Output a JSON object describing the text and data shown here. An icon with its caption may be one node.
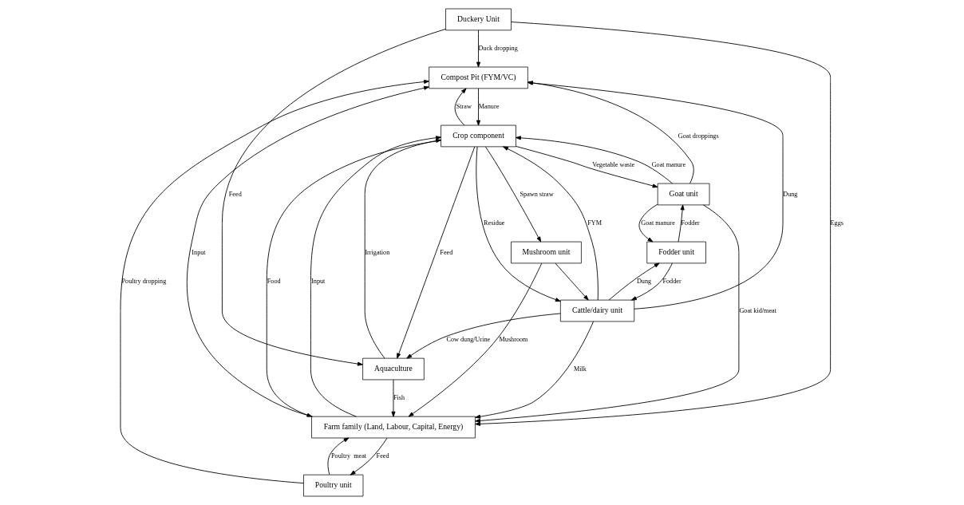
{
  "diagram": {
    "nodes": [
      {
        "text": [
          "Compost Pit (FYM/VC)"
        ]
      },
      {
        "text": [
          "Duckery Unit"
        ]
      },
      {
        "text": [
          "Aquaculture"
        ]
      },
      {
        "text": [
          "Farm family (Land, Labour, Capital, Energy)"
        ]
      },
      {
        "text": [
          "Poultry unit"
        ]
      },
      {
        "text": [
          "Crop component"
        ]
      },
      {
        "text": [
          "Mushroom unit"
        ]
      },
      {
        "text": [
          "Cattle/dairy unit"
        ]
      },
      {
        "text": [
          "Goat unit"
        ]
      },
      {
        "text": [
          "Fodder unit"
        ]
      }
    ],
    "edges": [
      {
        "from": 7,
        "to": 0,
        "arrow": "to",
        "label": "Dung"
      },
      {
        "from": 1,
        "to": 0,
        "arrow": "to",
        "label": "Duck dropping"
      },
      {
        "from": 1,
        "to": 2,
        "arrow": "to",
        "label": "Feed"
      },
      {
        "from": 1,
        "to": 3,
        "arrow": "to",
        "label": "Eggs"
      },
      {
        "from": 2,
        "to": 3,
        "arrow": "to",
        "label": "Fish"
      },
      {
        "from": 2,
        "to": 5,
        "arrow": "to",
        "label": "Irrigation"
      },
      {
        "from": 5,
        "to": 0,
        "arrow": "to",
        "label": "Straw"
      },
      {
        "from": 3,
        "to": 0,
        "arrow": "to",
        "label": "Input"
      },
      {
        "from": 0,
        "to": 5,
        "arrow": "to",
        "label": "Manure"
      },
      {
        "from": 4,
        "to": 0,
        "arrow": "to",
        "label": "Poultry dropping"
      },
      {
        "from": 8,
        "to": 0,
        "arrow": "to",
        "label": "Goat droppings"
      },
      {
        "from": 4,
        "to": 3,
        "arrow": "to",
        "label": "Poultry  meat"
      },
      {
        "from": 3,
        "to": 4,
        "arrow": "to",
        "label": "Feed"
      },
      {
        "from": 3,
        "to": 5,
        "arrow": "to",
        "label": "Input"
      },
      {
        "from": 5,
        "to": 3,
        "arrow": "to",
        "label": "Food"
      },
      {
        "from": 6,
        "to": 3,
        "arrow": "to",
        "label": "Mushroom"
      },
      {
        "from": 5,
        "to": 6,
        "arrow": "to",
        "label": "Spawn straw"
      },
      {
        "from": 7,
        "to": 2,
        "arrow": "to",
        "label": "Cow dung/Urine"
      },
      {
        "from": 7,
        "to": 3,
        "arrow": "to",
        "label": "Milk"
      },
      {
        "from": 5,
        "to": 2,
        "arrow": "to",
        "label": "Feed"
      },
      {
        "from": 7,
        "to": 5,
        "arrow": "to",
        "label": "FYM"
      },
      {
        "from": 5,
        "to": 7,
        "arrow": "to",
        "label": "Residue"
      },
      {
        "from": 6,
        "to": 7,
        "arrow": "to"
      },
      {
        "from": 9,
        "to": 7,
        "arrow": "to",
        "label": "Fodder"
      },
      {
        "from": 7,
        "to": 9,
        "arrow": "to",
        "label": "Dung"
      },
      {
        "from": 5,
        "to": 8,
        "arrow": "to",
        "label": "Vegetable waste"
      },
      {
        "from": 8,
        "to": 5,
        "arrow": "to",
        "label": "Goat manure"
      },
      {
        "from": 8,
        "to": 3,
        "arrow": "to",
        "label": "Goat kid/meat"
      },
      {
        "from": 9,
        "to": 8,
        "arrow": "to",
        "label": "Fodder"
      },
      {
        "from": 8,
        "to": 9,
        "arrow": "to",
        "label": "Goat manure"
      }
    ]
  }
}
